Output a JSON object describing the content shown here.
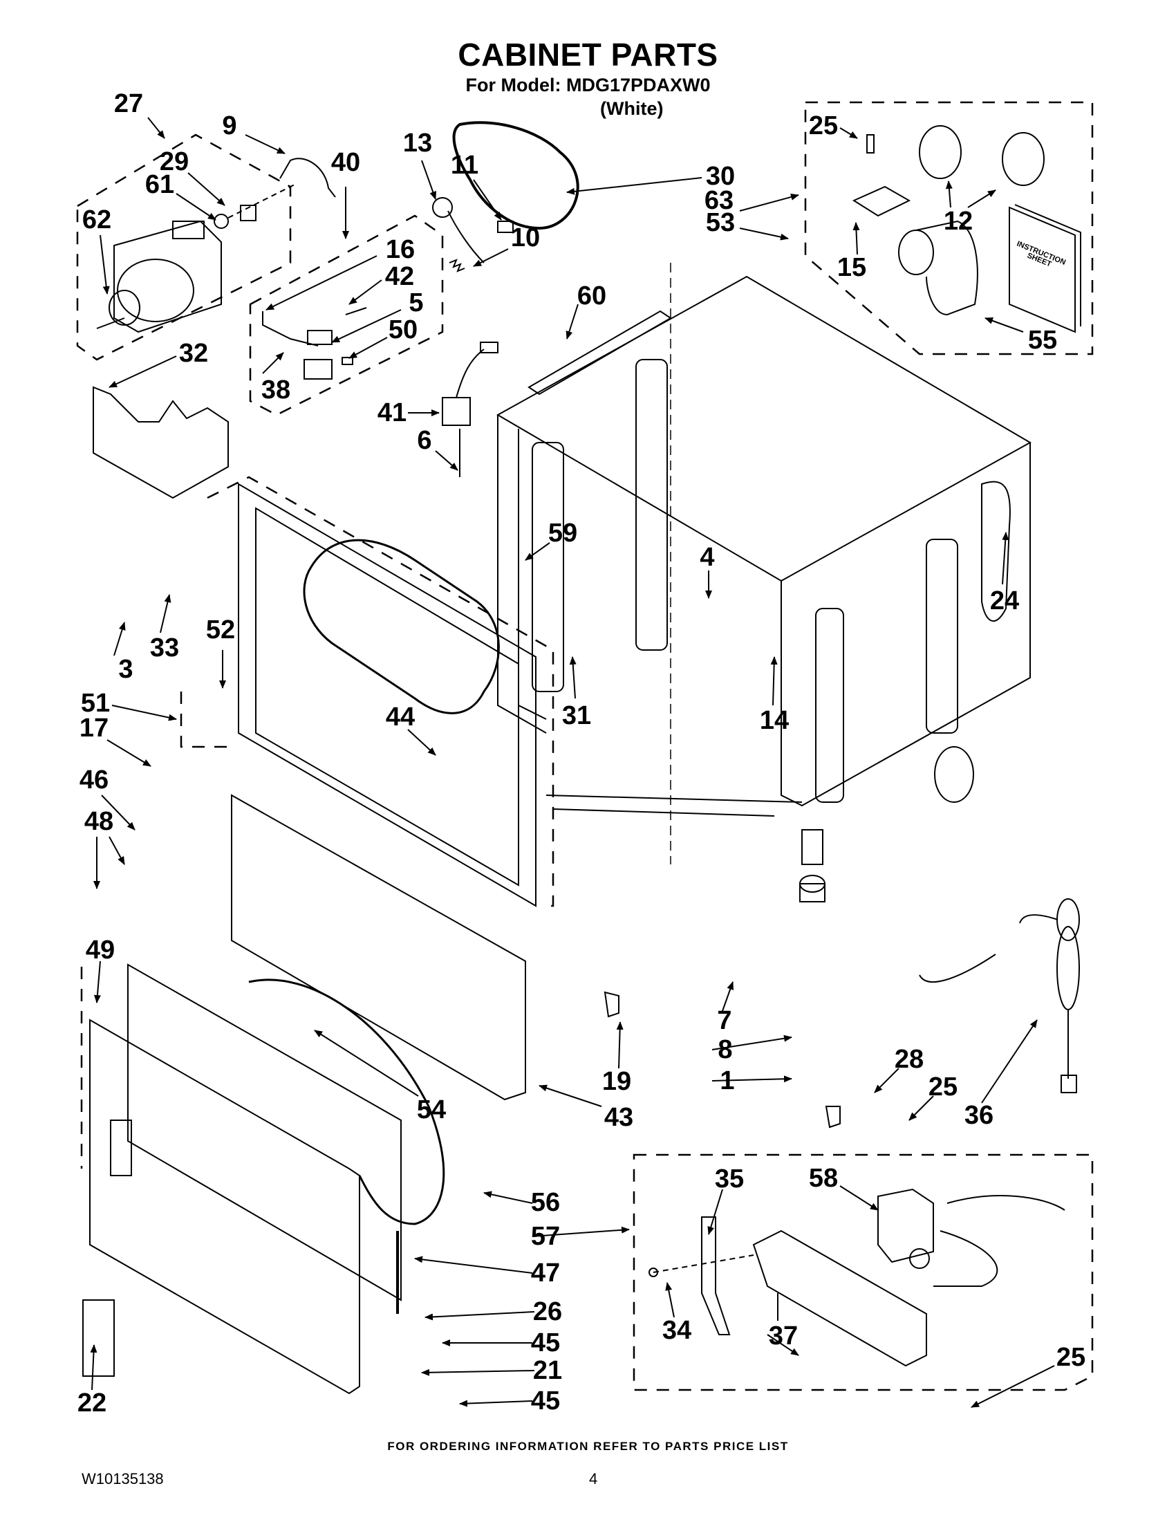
{
  "header": {
    "title": "CABINET PARTS",
    "model_line": "For Model: MDG17PDAXW0",
    "color_line": "(White)"
  },
  "diagram": {
    "type": "exploded-parts-diagram",
    "instruction_sheet_text": [
      "INSTRUCTION",
      "SHEET"
    ],
    "callouts": [
      {
        "id": "27",
        "label": "27"
      },
      {
        "id": "9",
        "label": "9"
      },
      {
        "id": "29",
        "label": "29"
      },
      {
        "id": "40",
        "label": "40"
      },
      {
        "id": "61",
        "label": "61"
      },
      {
        "id": "62",
        "label": "62"
      },
      {
        "id": "13",
        "label": "13"
      },
      {
        "id": "11",
        "label": "11"
      },
      {
        "id": "30",
        "label": "30"
      },
      {
        "id": "10",
        "label": "10"
      },
      {
        "id": "16",
        "label": "16"
      },
      {
        "id": "42",
        "label": "42"
      },
      {
        "id": "5",
        "label": "5"
      },
      {
        "id": "50",
        "label": "50"
      },
      {
        "id": "32",
        "label": "32"
      },
      {
        "id": "38",
        "label": "38"
      },
      {
        "id": "41",
        "label": "41"
      },
      {
        "id": "6",
        "label": "6"
      },
      {
        "id": "60",
        "label": "60"
      },
      {
        "id": "53",
        "label": "53"
      },
      {
        "id": "63",
        "label": "63"
      },
      {
        "id": "25a",
        "label": "25"
      },
      {
        "id": "12",
        "label": "12"
      },
      {
        "id": "15",
        "label": "15"
      },
      {
        "id": "55",
        "label": "55"
      },
      {
        "id": "59",
        "label": "59"
      },
      {
        "id": "4",
        "label": "4"
      },
      {
        "id": "24",
        "label": "24"
      },
      {
        "id": "31",
        "label": "31"
      },
      {
        "id": "14",
        "label": "14"
      },
      {
        "id": "3",
        "label": "3"
      },
      {
        "id": "33",
        "label": "33"
      },
      {
        "id": "52",
        "label": "52"
      },
      {
        "id": "51",
        "label": "51"
      },
      {
        "id": "17",
        "label": "17"
      },
      {
        "id": "44",
        "label": "44"
      },
      {
        "id": "46",
        "label": "46"
      },
      {
        "id": "48",
        "label": "48"
      },
      {
        "id": "49",
        "label": "49"
      },
      {
        "id": "54",
        "label": "54"
      },
      {
        "id": "43",
        "label": "43"
      },
      {
        "id": "19",
        "label": "19"
      },
      {
        "id": "7",
        "label": "7"
      },
      {
        "id": "8",
        "label": "8"
      },
      {
        "id": "1",
        "label": "1"
      },
      {
        "id": "28",
        "label": "28"
      },
      {
        "id": "25b",
        "label": "25"
      },
      {
        "id": "36",
        "label": "36"
      },
      {
        "id": "56",
        "label": "56"
      },
      {
        "id": "57",
        "label": "57"
      },
      {
        "id": "47",
        "label": "47"
      },
      {
        "id": "26",
        "label": "26"
      },
      {
        "id": "45a",
        "label": "45"
      },
      {
        "id": "21",
        "label": "21"
      },
      {
        "id": "45b",
        "label": "45"
      },
      {
        "id": "22",
        "label": "22"
      },
      {
        "id": "35",
        "label": "35"
      },
      {
        "id": "58",
        "label": "58"
      },
      {
        "id": "34",
        "label": "34"
      },
      {
        "id": "37",
        "label": "37"
      },
      {
        "id": "25c",
        "label": "25"
      }
    ]
  },
  "footer": {
    "ordering_note": "FOR ORDERING INFORMATION REFER TO PARTS PRICE LIST",
    "document_number": "W10135138",
    "page_number": "4"
  }
}
